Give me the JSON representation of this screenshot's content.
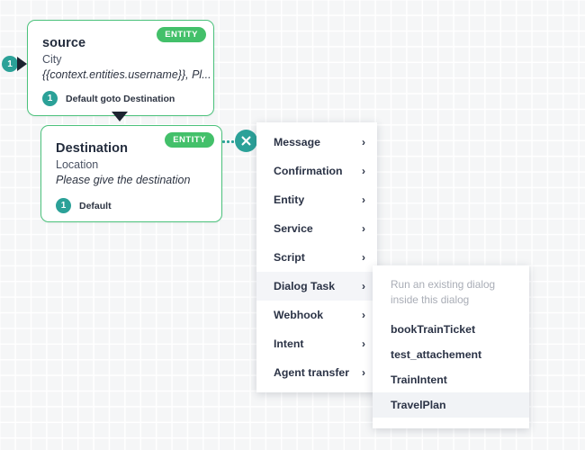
{
  "canvas": {
    "grid_color": "#ffffff",
    "background_color": "#f5f6f7"
  },
  "inbound": {
    "badge": "1",
    "icon": "arrow-right-icon"
  },
  "nodes": [
    {
      "id": "source",
      "title": "source",
      "entity_type": "City",
      "prompt": "{{context.entities.username}}, Pl...",
      "badge": "ENTITY",
      "badge_color": "#43c06a",
      "border_color": "#4cc27c",
      "connection": {
        "number": "1",
        "label": "Default goto Destination"
      }
    },
    {
      "id": "destination",
      "title": "Destination",
      "entity_type": "Location",
      "prompt": "Please give the destination",
      "badge": "ENTITY",
      "badge_color": "#43c06a",
      "border_color": "#4cc27c",
      "connection": {
        "number": "1",
        "label": "Default"
      }
    }
  ],
  "close_control": {
    "icon": "close-icon",
    "color": "#2ba198"
  },
  "context_menu": {
    "items": [
      {
        "label": "Message",
        "chevron": "›",
        "active": false
      },
      {
        "label": "Confirmation",
        "chevron": "›",
        "active": false
      },
      {
        "label": "Entity",
        "chevron": "›",
        "active": false
      },
      {
        "label": "Service",
        "chevron": "›",
        "active": false
      },
      {
        "label": "Script",
        "chevron": "›",
        "active": false
      },
      {
        "label": "Dialog Task",
        "chevron": "›",
        "active": true
      },
      {
        "label": "Webhook",
        "chevron": "›",
        "active": false
      },
      {
        "label": "Intent",
        "chevron": "›",
        "active": false
      },
      {
        "label": "Agent transfer",
        "chevron": "›",
        "active": false
      }
    ]
  },
  "submenu": {
    "hint": "Run an existing dialog inside this dialog",
    "items": [
      {
        "label": "bookTrainTicket",
        "active": false
      },
      {
        "label": "test_attachement",
        "active": false
      },
      {
        "label": "TrainIntent",
        "active": false
      },
      {
        "label": "TravelPlan",
        "active": true
      }
    ]
  }
}
